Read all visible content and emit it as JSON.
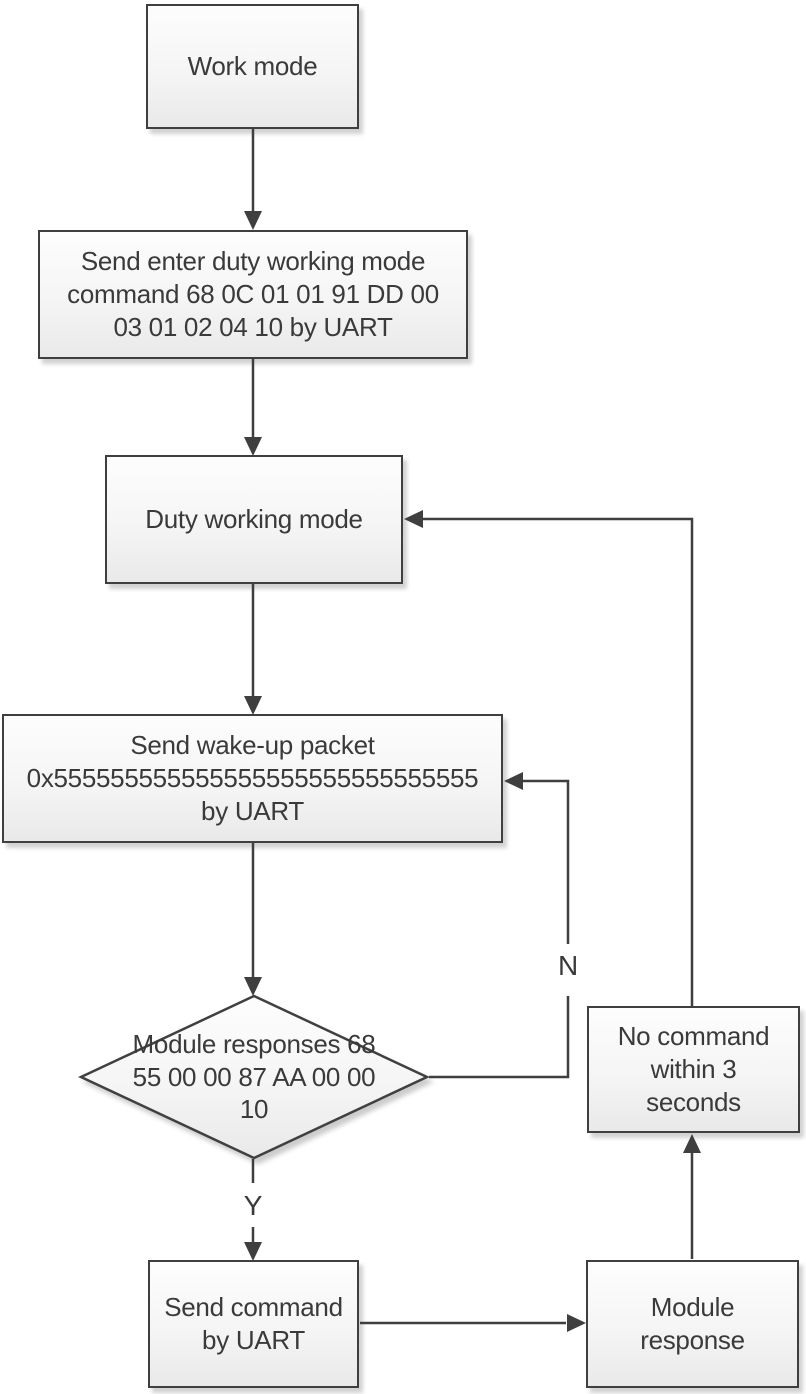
{
  "diagram": {
    "type": "flowchart",
    "colors": {
      "line": "#3f3f3f",
      "text": "#3a3a3a",
      "node_fill_top": "#fdfdfd",
      "node_fill_bottom": "#e9e9e9",
      "background": "#ffffff"
    },
    "nodes": [
      {
        "id": "work-mode",
        "shape": "rect",
        "lines": [
          "Work mode"
        ]
      },
      {
        "id": "send-enter-duty",
        "shape": "rect",
        "lines": [
          "Send enter duty working mode",
          "command 68 0C 01 01 91 DD 00",
          "03 01 02 04 10 by UART"
        ]
      },
      {
        "id": "duty-working-mode",
        "shape": "rect",
        "lines": [
          "Duty working mode"
        ]
      },
      {
        "id": "send-wakeup-packet",
        "shape": "rect",
        "lines": [
          "Send wake-up packet",
          "0x555555555555555555555555555555",
          "by UART"
        ]
      },
      {
        "id": "module-responses-decision",
        "shape": "diamond",
        "lines": [
          "Module responses 68",
          "55 00 00 87 AA 00 00",
          "10"
        ]
      },
      {
        "id": "send-command",
        "shape": "rect",
        "lines": [
          "Send command",
          "by UART"
        ]
      },
      {
        "id": "module-response",
        "shape": "rect",
        "lines": [
          "Module",
          "response"
        ]
      },
      {
        "id": "no-command-timeout",
        "shape": "rect",
        "lines": [
          "No command",
          "within 3",
          "seconds"
        ]
      }
    ],
    "edge_labels": {
      "no": "N",
      "yes": "Y"
    }
  }
}
